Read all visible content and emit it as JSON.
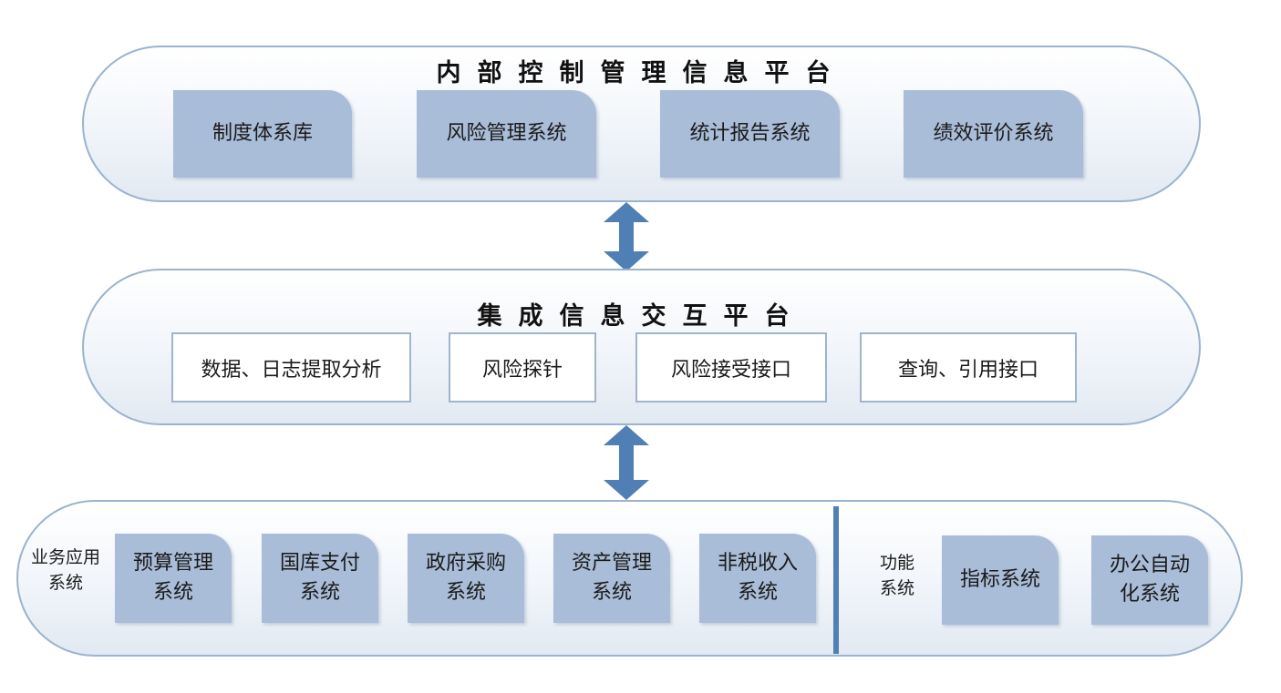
{
  "internal_platform": {
    "title": "内部控制管理信息平台",
    "modules": [
      "制度体系库",
      "风险管理系统",
      "统计报告系统",
      "绩效评价系统"
    ]
  },
  "integration_platform": {
    "title": "集成信息交互平台",
    "modules": [
      "数据、日志提取分析",
      "风险探针",
      "风险接受接口",
      "查询、引用接口"
    ]
  },
  "business_platform": {
    "group_label_line1": "业务应用",
    "group_label_line2": "系统",
    "modules": [
      {
        "line1": "预算管理",
        "line2": "系统"
      },
      {
        "line1": "国库支付",
        "line2": "系统"
      },
      {
        "line1": "政府采购",
        "line2": "系统"
      },
      {
        "line1": "资产管理",
        "line2": "系统"
      },
      {
        "line1": "非税收入",
        "line2": "系统"
      }
    ],
    "function_label_line1": "功能",
    "function_label_line2": "系统",
    "function_modules": [
      {
        "line1": "指标系统",
        "line2": ""
      },
      {
        "line1": "办公自动",
        "line2": "化系统"
      }
    ]
  },
  "colors": {
    "platform_border": "#9bb3cf",
    "module_fill": "#a9bcd8",
    "arrow": "#4f7fb5"
  },
  "icons": [
    "double-headed-vertical-arrow-icon"
  ]
}
